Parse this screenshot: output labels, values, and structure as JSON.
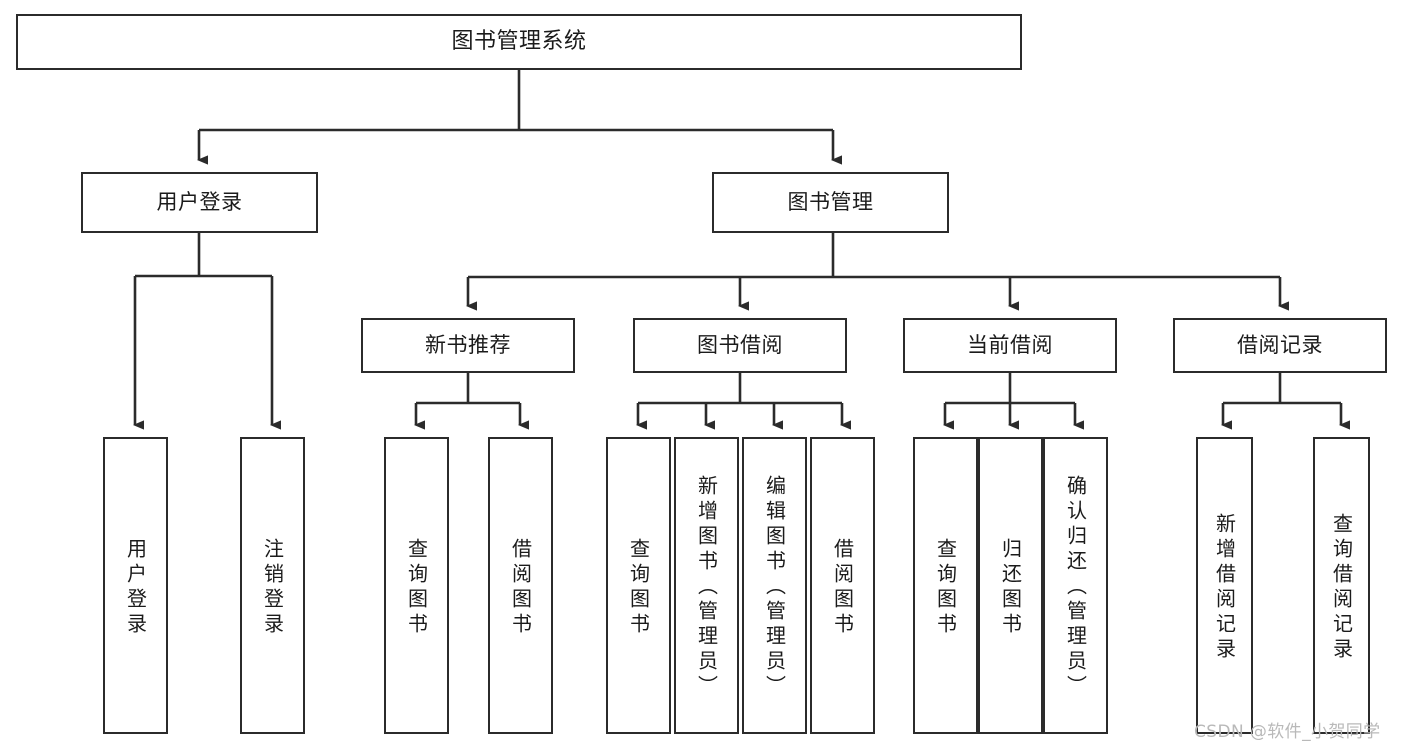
{
  "diagram": {
    "title": "图书管理系统",
    "type": "tree-hierarchy",
    "stroke_color": "#2b2b2b",
    "background_color": "#ffffff",
    "watermark": "CSDN @软件_小贺同学",
    "nodes": {
      "root": {
        "label": "图书管理系统"
      },
      "level1": [
        {
          "id": "user-login",
          "label": "用户登录"
        },
        {
          "id": "book-manage",
          "label": "图书管理"
        }
      ],
      "level2": [
        {
          "id": "new-book-recommend",
          "label": "新书推荐"
        },
        {
          "id": "book-borrow",
          "label": "图书借阅"
        },
        {
          "id": "current-borrow",
          "label": "当前借阅"
        },
        {
          "id": "borrow-record",
          "label": "借阅记录"
        }
      ],
      "leaves": {
        "user-login": [
          {
            "id": "leaf-user-login",
            "label": "用户登录"
          },
          {
            "id": "leaf-logout",
            "label": "注销登录"
          }
        ],
        "new-book-recommend": [
          {
            "id": "leaf-query-book-1",
            "label": "查询图书"
          },
          {
            "id": "leaf-borrow-book-1",
            "label": "借阅图书"
          }
        ],
        "book-borrow": [
          {
            "id": "leaf-query-book-2",
            "label": "查询图书"
          },
          {
            "id": "leaf-add-book",
            "label": "新增图书（管理员）"
          },
          {
            "id": "leaf-edit-book",
            "label": "编辑图书（管理员）"
          },
          {
            "id": "leaf-borrow-book-2",
            "label": "借阅图书"
          }
        ],
        "current-borrow": [
          {
            "id": "leaf-query-book-3",
            "label": "查询图书"
          },
          {
            "id": "leaf-return-book",
            "label": "归还图书"
          },
          {
            "id": "leaf-confirm-return",
            "label": "确认归还（管理员）"
          }
        ],
        "borrow-record": [
          {
            "id": "leaf-add-record",
            "label": "新增借阅记录"
          },
          {
            "id": "leaf-query-record",
            "label": "查询借阅记录"
          }
        ]
      }
    }
  }
}
